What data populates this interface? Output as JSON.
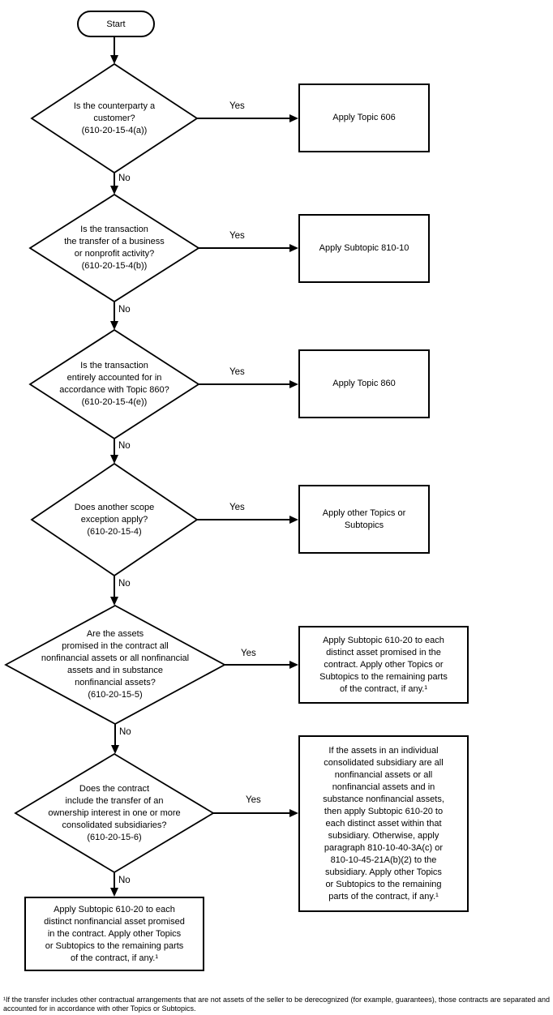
{
  "flowchart": {
    "start": {
      "label": "Start"
    },
    "edge_labels": {
      "yes": "Yes",
      "no": "No"
    },
    "decisions": [
      {
        "id": "counterparty-customer",
        "text": "Is the counterparty a\ncustomer?\n(610-20-15-4(a))"
      },
      {
        "id": "transfer-business-nonprofit",
        "text": "Is the transaction\nthe transfer of a business\nor nonprofit activity?\n(610-20-15-4(b))"
      },
      {
        "id": "topic-860",
        "text": "Is the transaction\nentirely accounted for in\naccordance with Topic 860?\n(610-20-15-4(e))"
      },
      {
        "id": "other-scope-exception",
        "text": "Does another scope\nexception apply?\n(610-20-15-4)"
      },
      {
        "id": "all-nonfinancial-assets",
        "text": "Are the assets\npromised in the contract all\nnonfinancial assets or all nonfinancial\nassets and in substance\nnonfinancial assets?\n(610-20-15-5)"
      },
      {
        "id": "consolidated-subsidiaries",
        "text": "Does the contract\ninclude the transfer of an\nownership interest in one or more\nconsolidated subsidiaries?\n(610-20-15-6)"
      }
    ],
    "outcomes": [
      {
        "id": "apply-topic-606",
        "text": "Apply Topic 606"
      },
      {
        "id": "apply-subtopic-810-10",
        "text": "Apply Subtopic 810-10"
      },
      {
        "id": "apply-topic-860",
        "text": "Apply Topic 860"
      },
      {
        "id": "apply-other-topics-subtopics",
        "text": "Apply other Topics or\nSubtopics"
      },
      {
        "id": "apply-610-20-distinct-asset",
        "text": "Apply Subtopic 610-20 to each\ndistinct asset promised in the\ncontract. Apply other Topics or\nSubtopics to the remaining parts\nof the contract, if any.¹"
      },
      {
        "id": "subsidiary-outcome",
        "text": "If the assets in an individual\nconsolidated subsidiary are all\nnonfinancial assets or all\nnonfinancial assets and in\nsubstance nonfinancial assets,\nthen apply Subtopic 610-20 to\neach distinct asset within that\nsubsidiary. Otherwise, apply\nparagraph 810-10-40-3A(c) or\n810-10-45-21A(b)(2) to the\nsubsidiary. Apply other Topics\nor Subtopics to the remaining\nparts of the contract, if any.¹"
      },
      {
        "id": "apply-610-20-nonfinancial-asset",
        "text": "Apply Subtopic 610-20 to each\ndistinct nonfinancial asset promised\nin the contract. Apply other Topics\nor Subtopics to the remaining parts\nof the contract, if any.¹"
      }
    ],
    "footnote": "¹If the transfer includes other contractual arrangements that are not assets of the seller to be derecognized (for example, guarantees), those contracts are separated and accounted for in accordance with other Topics or Subtopics.",
    "colors": {
      "line": "#000000",
      "background": "#ffffff",
      "text": "#000000"
    }
  }
}
